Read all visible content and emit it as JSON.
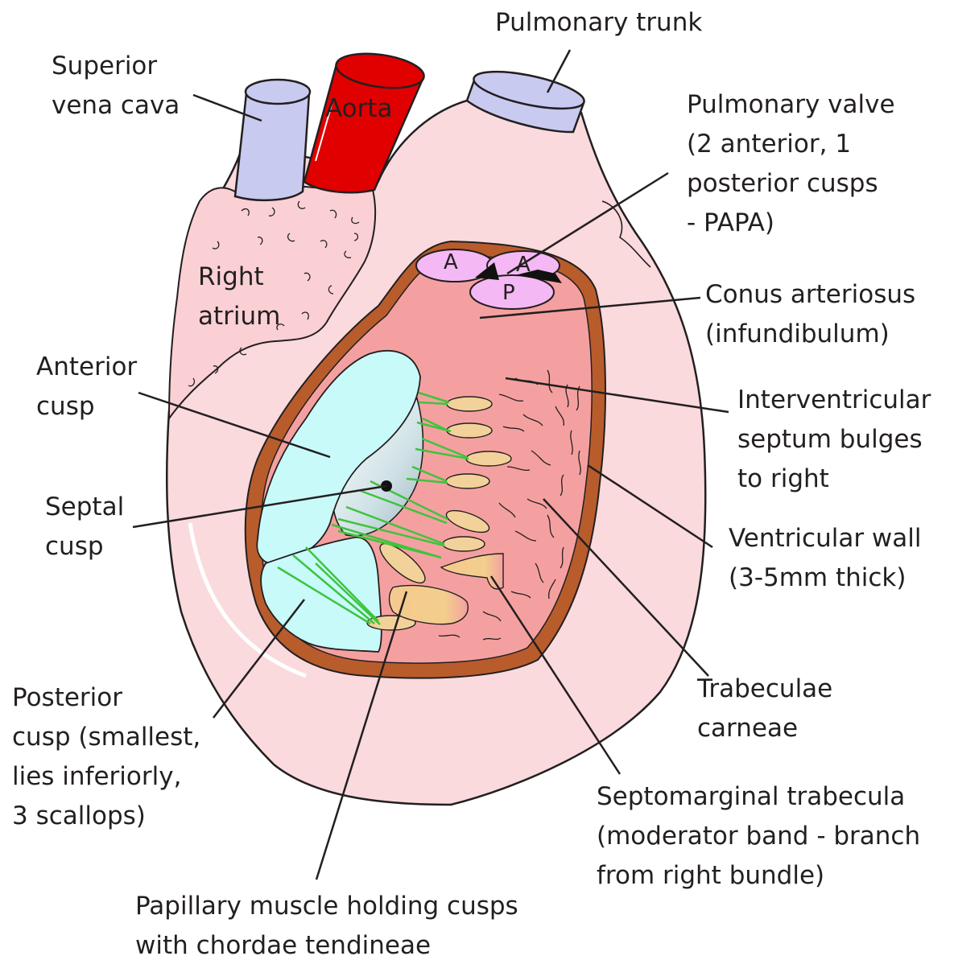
{
  "labels": {
    "pulmonary_trunk": [
      "Pulmonary trunk"
    ],
    "superior_vena_cava": [
      "Superior",
      "vena cava"
    ],
    "aorta": [
      "Aorta"
    ],
    "pulmonary_valve": [
      "Pulmonary valve",
      "(2 anterior, 1",
      "posterior cusps",
      "- PAPA)"
    ],
    "right_atrium": [
      "Right",
      "atrium"
    ],
    "conus_arteriosus": [
      "Conus arteriosus",
      "(infundibulum)"
    ],
    "anterior_cusp": [
      "Anterior",
      "cusp"
    ],
    "interventricular_septum": [
      "Interventricular",
      "septum bulges",
      "to right"
    ],
    "septal_cusp": [
      "Septal",
      "cusp"
    ],
    "ventricular_wall": [
      "Ventricular wall",
      "(3-5mm thick)"
    ],
    "trabeculae_carneae": [
      "Trabeculae",
      "carneae"
    ],
    "posterior_cusp": [
      "Posterior",
      "cusp (smallest,",
      "lies inferiorly,",
      "3 scallops)"
    ],
    "septomarginal_trabecula": [
      "Septomarginal trabecula",
      "(moderator band - branch",
      "from right bundle)"
    ],
    "papillary_muscle": [
      "Papillary muscle holding cusps",
      "with chordae tendineae"
    ]
  },
  "valve_letters": {
    "anterior_left": "A",
    "anterior_right": "A",
    "posterior": "P"
  },
  "colors": {
    "heart_surface": "#fadadd",
    "ventricle_interior": "#f5a0a0",
    "ventricular_wall": "#b85c2c",
    "aorta": "#e00000",
    "veins": "#c8caf0",
    "tricuspid_cusps": "#c8fafa",
    "valve_cusps": "#f4b8f4",
    "papillary_muscle": "#f2d29a",
    "chordae": "#3dc43d",
    "leader_lines": "#231f20"
  }
}
